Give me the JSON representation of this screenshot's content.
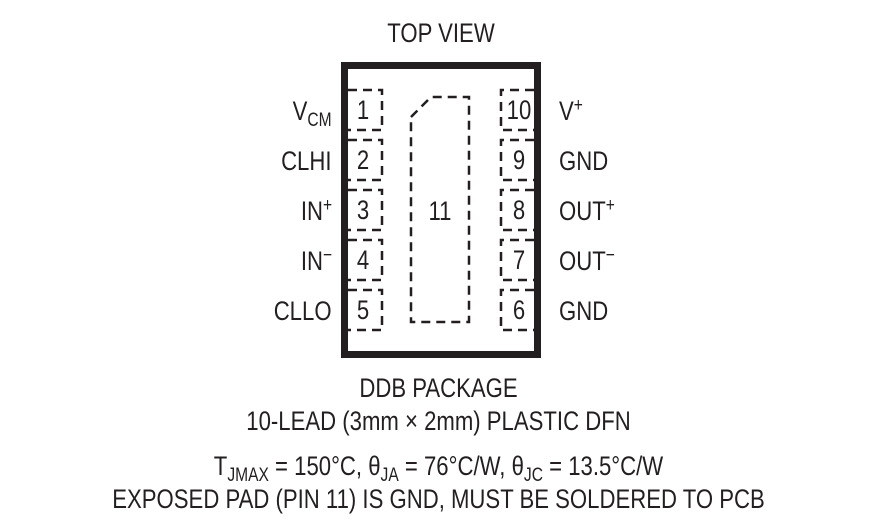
{
  "title": "TOP VIEW",
  "package": {
    "name": "DDB PACKAGE",
    "description": "10-LEAD (3mm × 2mm) PLASTIC DFN",
    "exposed_pad_number": "11"
  },
  "pins_left": [
    {
      "number": "1",
      "name": "V",
      "sub": "CM",
      "sup": ""
    },
    {
      "number": "2",
      "name": "CLHI",
      "sub": "",
      "sup": ""
    },
    {
      "number": "3",
      "name": "IN",
      "sub": "",
      "sup": "+"
    },
    {
      "number": "4",
      "name": "IN",
      "sub": "",
      "sup": "−"
    },
    {
      "number": "5",
      "name": "CLLO",
      "sub": "",
      "sup": ""
    }
  ],
  "pins_right": [
    {
      "number": "10",
      "name": "V",
      "sub": "",
      "sup": "+"
    },
    {
      "number": "9",
      "name": "GND",
      "sub": "",
      "sup": ""
    },
    {
      "number": "8",
      "name": "OUT",
      "sub": "",
      "sup": "+"
    },
    {
      "number": "7",
      "name": "OUT",
      "sub": "",
      "sup": "−"
    },
    {
      "number": "6",
      "name": "GND",
      "sub": "",
      "sup": ""
    }
  ],
  "thermal": {
    "tjmax_sym": "T",
    "tjmax_sub": "JMAX",
    "tjmax_val": " = 150°C, ",
    "theta_ja_sym": "θ",
    "theta_ja_sub": "JA",
    "theta_ja_val": " = 76°C/W, ",
    "theta_jc_sym": "θ",
    "theta_jc_sub": "JC",
    "theta_jc_val": " = 13.5°C/W"
  },
  "note": "EXPOSED PAD (PIN 11) IS GND, MUST BE SOLDERED TO PCB",
  "colors": {
    "ink": "#231f20",
    "background": "#ffffff"
  }
}
